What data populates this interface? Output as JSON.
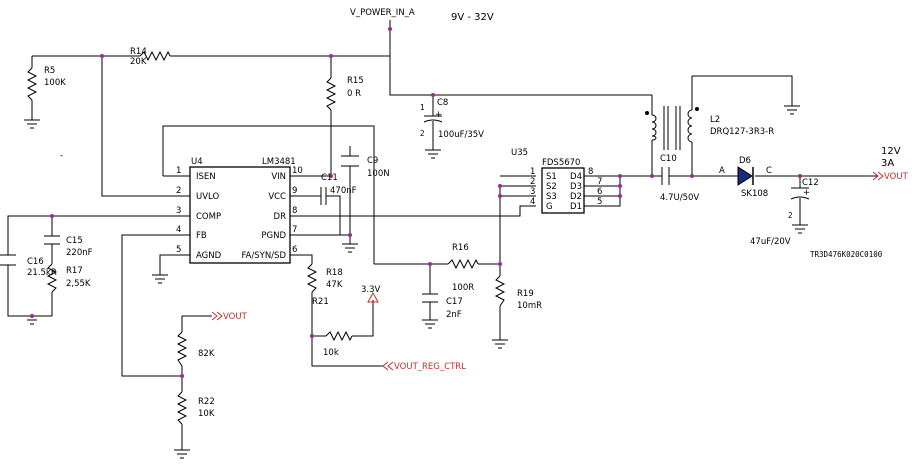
{
  "nets": {
    "power_in": "V_POWER_IN_A",
    "input_range": "9V - 32V",
    "output_voltage": "12V",
    "output_current": "3A",
    "vout": "VOUT",
    "vout_reg_ctrl": "VOUT_REG_CTRL",
    "ref_3v3": "3.3V"
  },
  "u4": {
    "ref": "U4",
    "part": "LM3481",
    "left_pins": [
      {
        "num": "1",
        "name": "ISEN"
      },
      {
        "num": "2",
        "name": "UVLO"
      },
      {
        "num": "3",
        "name": "COMP"
      },
      {
        "num": "4",
        "name": "FB"
      },
      {
        "num": "5",
        "name": "AGND"
      }
    ],
    "right_pins": [
      {
        "num": "10",
        "name": "VIN"
      },
      {
        "num": "9",
        "name": "VCC"
      },
      {
        "num": "8",
        "name": "DR"
      },
      {
        "num": "7",
        "name": "PGND"
      },
      {
        "num": "6",
        "name": "FA/SYN/SD"
      }
    ]
  },
  "u35": {
    "ref": "U35",
    "part": "FDS5670",
    "left_pins": [
      {
        "num": "1",
        "name": "S1"
      },
      {
        "num": "2",
        "name": "S2"
      },
      {
        "num": "3",
        "name": "S3"
      },
      {
        "num": "4",
        "name": "G"
      }
    ],
    "right_pins": [
      {
        "num": "8",
        "name": "D4"
      },
      {
        "num": "7",
        "name": "D3"
      },
      {
        "num": "6",
        "name": "D2"
      },
      {
        "num": "5",
        "name": "D1"
      }
    ]
  },
  "components": {
    "r5": {
      "ref": "R5",
      "value": "100K"
    },
    "r14": {
      "ref": "R14",
      "value": "20K"
    },
    "r15": {
      "ref": "R15",
      "value": "0 R"
    },
    "c8": {
      "ref": "C8",
      "value": "100uF/35V"
    },
    "c9": {
      "ref": "C9",
      "value": "100N"
    },
    "c11": {
      "ref": "C11",
      "value": "470nF"
    },
    "c15": {
      "ref": "C15",
      "value": "220nF"
    },
    "c16": {
      "ref": "C16",
      "value": "21.5kR"
    },
    "r17": {
      "ref": "R17",
      "value": "2,55K"
    },
    "r18": {
      "ref": "R18",
      "value": "47K"
    },
    "r21": {
      "ref": "R21",
      "value": "10k"
    },
    "r16": {
      "ref": "R16",
      "value": "100R"
    },
    "c17": {
      "ref": "C17",
      "value": "2nF"
    },
    "r19": {
      "ref": "R19",
      "value": "10mR"
    },
    "r20": {
      "ref": "",
      "value": "82K"
    },
    "r22": {
      "ref": "R22",
      "value": "10K"
    },
    "l2": {
      "ref": "L2",
      "value": "DRQ127-3R3-R"
    },
    "c10": {
      "ref": "C10",
      "value": "4.7U/50V"
    },
    "d6": {
      "ref": "D6",
      "value": "SK108",
      "anode": "A",
      "cathode": "C"
    },
    "c12": {
      "ref": "C12",
      "value": "47uF/20V",
      "part_no": "TR3D476K020C0100"
    }
  },
  "pin_marks": {
    "cap_pin1": "1",
    "cap_pin2": "2",
    "plus": "+"
  },
  "stray_mark": "-",
  "colors": {
    "wire": "#000000",
    "junction": "#9b2a8f",
    "port": "#c0302a"
  }
}
